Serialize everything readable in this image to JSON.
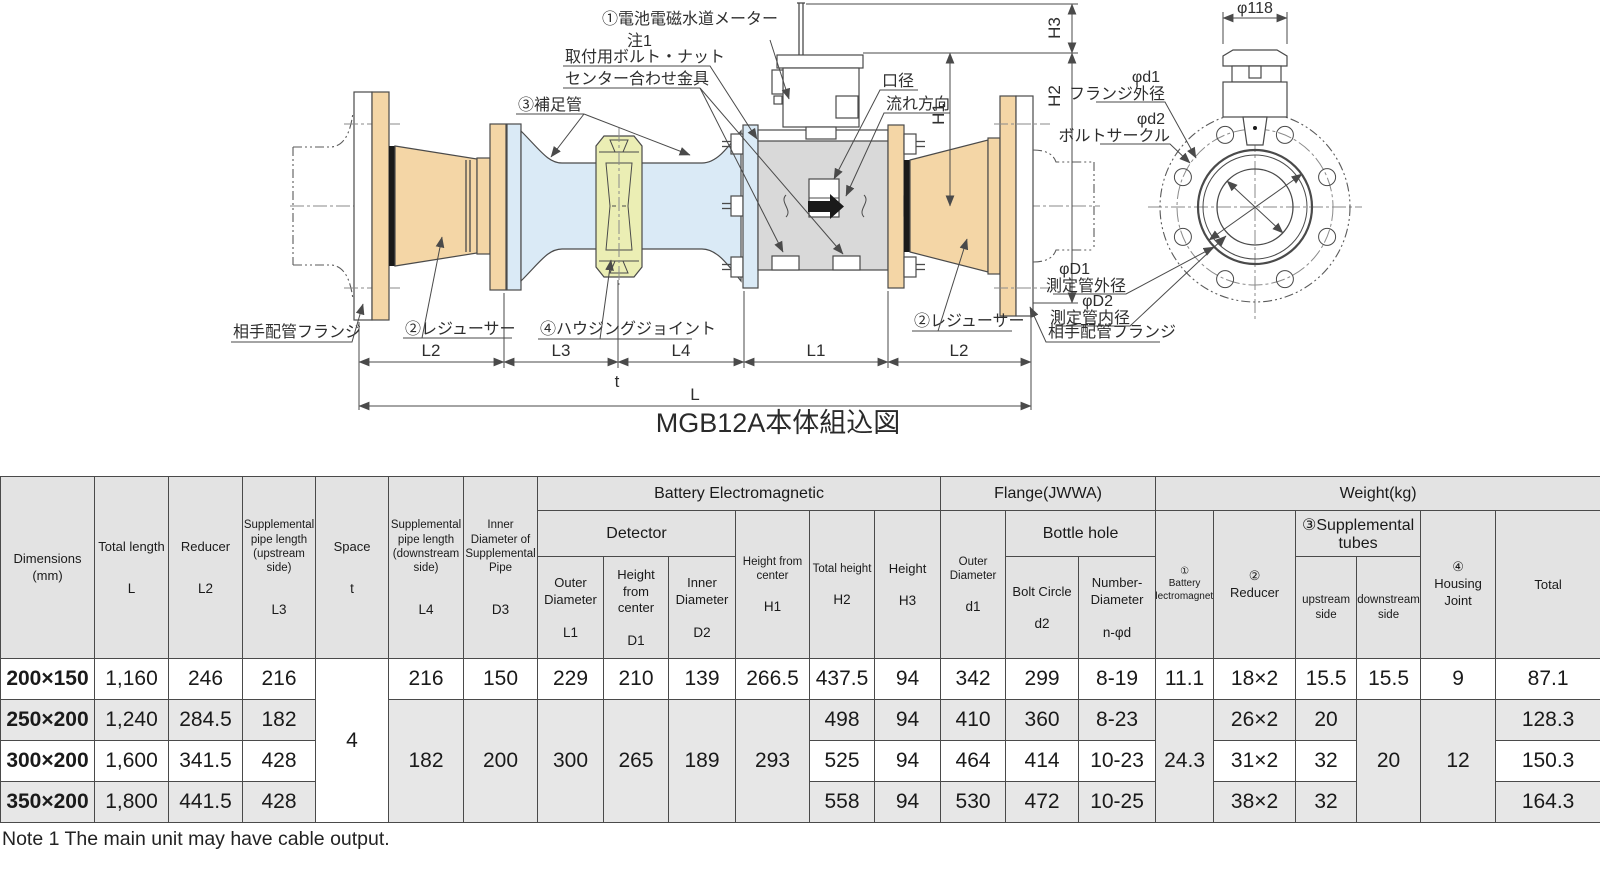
{
  "drawing": {
    "title": "MGB12A本体組込図",
    "callouts": {
      "meter": "①電池電磁水道メーター",
      "meter_note": "注1",
      "bolt_nut": "取付用ボルト・ナット",
      "center_fitting": "センター合わせ金具",
      "suppl_pipe": "③補足管",
      "bore": "口径",
      "flow_direction": "流れ方向",
      "mating_flange": "相手配管フランジ",
      "reducer": "②レジューサー",
      "housing_joint": "④ハウジングジョイント"
    },
    "dims": {
      "L": "L",
      "L1": "L1",
      "L2": "L2",
      "L3": "L3",
      "L4": "L4",
      "t": "t",
      "H1": "H1",
      "H2": "H2",
      "H3": "H3",
      "phi118": "φ118"
    },
    "end_view": {
      "phi_d1": "φd1",
      "phi_d1_name": "フランジ外径",
      "phi_d2": "φd2",
      "phi_d2_name": "ボルトサークル",
      "phi_D1": "φD1",
      "phi_D1_name": "測定管外径",
      "phi_D2": "φD2",
      "phi_D2_name": "測定管内径"
    },
    "colors": {
      "reducer": "#f4d6a6",
      "supplemental_pipe": "#daeaf6",
      "housing_joint": "#ebeeb4",
      "meter_body": "#d9d9d9"
    }
  },
  "table": {
    "groups": {
      "battery_em": "Battery Electromagnetic",
      "detector": "Detector",
      "flange_jwwa": "Flange(JWWA)",
      "bottle_hole": "Bottle hole",
      "weight_kg": "Weight(kg)",
      "suppl_tubes": "③Supplemental tubes"
    },
    "headers": {
      "dimensions": "Dimensions",
      "dimensions_unit": "(mm)",
      "total_length": "Total length",
      "total_length_sym": "L",
      "reducer": "Reducer",
      "reducer_sym": "L2",
      "suppl_up": "Supplemental pipe length (upstream side)",
      "suppl_up_sym": "L3",
      "space": "Space",
      "space_sym": "t",
      "suppl_down": "Supplemental pipe length (downstream side)",
      "suppl_down_sym": "L4",
      "inner_dia_suppl": "Inner Diameter of Supplemental Pipe",
      "inner_dia_suppl_sym": "D3",
      "outer_dia": "Outer Diameter",
      "outer_dia_sym": "L1",
      "height_from_center_d": "Height from center",
      "height_from_center_d_sym": "D1",
      "inner_dia": "Inner Diameter",
      "inner_dia_sym": "D2",
      "height_from_center_h": "Height from center",
      "height_from_center_h_sym": "H1",
      "total_height": "Total height",
      "total_height_sym": "H2",
      "height": "Height",
      "height_sym": "H3",
      "outer_dia_flange": "Outer Diameter",
      "outer_dia_flange_sym": "d1",
      "bolt_circle": "Bolt Circle",
      "bolt_circle_sym": "d2",
      "number_diameter": "Number-Diameter",
      "number_diameter_sym": "n-φd",
      "w_battery_circ": "①",
      "w_battery": "Battery Electromagnetic",
      "w_reducer_circ": "②",
      "w_reducer": "Reducer",
      "upstream": "upstream side",
      "downstream": "downstream side",
      "w_housing_circ": "④",
      "w_housing": "Housing Joint",
      "w_total": "Total"
    },
    "merged": {
      "space_t": "4",
      "L4": "182",
      "D3": "200",
      "L1": "300",
      "D1": "265",
      "D2": "189",
      "H1": "293",
      "w_battery": "24.3",
      "downstream": "20",
      "w_housing": "12"
    },
    "rows": [
      {
        "dim": "200×150",
        "L": "1,160",
        "L2": "246",
        "L3": "216",
        "L4": "216",
        "D3": "150",
        "L1": "229",
        "D1": "210",
        "D2": "139",
        "H1": "266.5",
        "H2": "437.5",
        "H3": "94",
        "d1": "342",
        "d2": "299",
        "n_d": "8-19",
        "w1": "11.1",
        "w2": "18×2",
        "up": "15.5",
        "down": "15.5",
        "w4": "9",
        "total": "87.1"
      },
      {
        "dim": "250×200",
        "L": "1,240",
        "L2": "284.5",
        "L3": "182",
        "H2": "498",
        "H3": "94",
        "d1": "410",
        "d2": "360",
        "n_d": "8-23",
        "w2": "26×2",
        "up": "20",
        "total": "128.3"
      },
      {
        "dim": "300×200",
        "L": "1,600",
        "L2": "341.5",
        "L3": "428",
        "H2": "525",
        "H3": "94",
        "d1": "464",
        "d2": "414",
        "n_d": "10-23",
        "w2": "31×2",
        "up": "32",
        "total": "150.3"
      },
      {
        "dim": "350×200",
        "L": "1,800",
        "L2": "441.5",
        "L3": "428",
        "H2": "558",
        "H3": "94",
        "d1": "530",
        "d2": "472",
        "n_d": "10-25",
        "w2": "38×2",
        "up": "32",
        "total": "164.3"
      }
    ]
  },
  "note": "Note 1 The main unit may have cable output."
}
